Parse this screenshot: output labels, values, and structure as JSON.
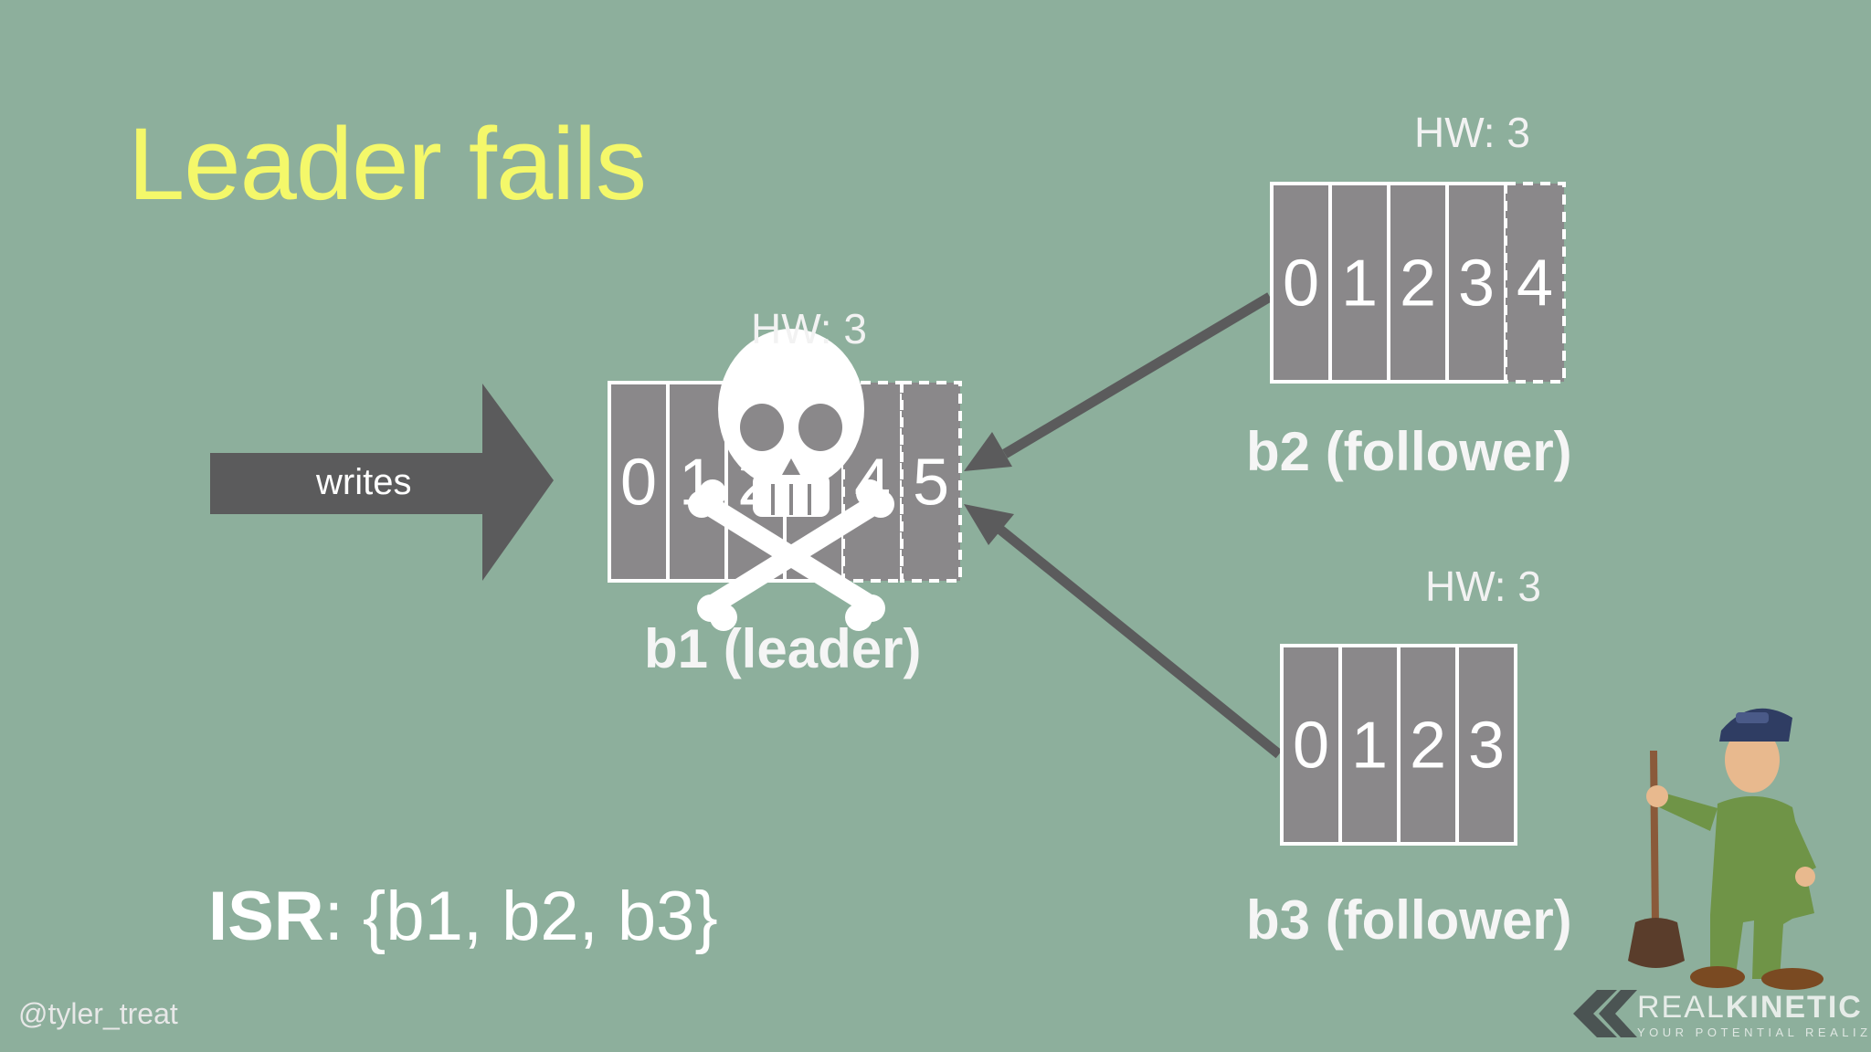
{
  "title": "Leader fails",
  "writes_label": "writes",
  "brokers": [
    {
      "id": "b1",
      "label": "b1 (leader)",
      "hw": "HW: 3",
      "committed": [
        "0",
        "1",
        "2",
        "3"
      ],
      "uncommitted": [
        "4",
        "5"
      ],
      "failed": true
    },
    {
      "id": "b2",
      "label": "b2 (follower)",
      "hw": "HW: 3",
      "committed": [
        "0",
        "1",
        "2",
        "3"
      ],
      "uncommitted": [
        "4"
      ]
    },
    {
      "id": "b3",
      "label": "b3 (follower)",
      "hw": "HW: 3",
      "committed": [
        "0",
        "1",
        "2",
        "3"
      ],
      "uncommitted": []
    }
  ],
  "isr": {
    "prefix": "ISR",
    "members": ": {b1, b2, b3}"
  },
  "footer": {
    "handle": "@tyler_treat",
    "brand_light": "REAL",
    "brand_bold": "KINETIC",
    "brand_tagline": "YOUR POTENTIAL REALIZED"
  },
  "icons": [
    "skull-crossbones-icon",
    "zookeeper-mascot",
    "realkinetic-logo-icon"
  ],
  "colors": {
    "background": "#8daf9c",
    "title": "#f4f86a",
    "log_cell": "#8a888a",
    "arrow": "#5b5b5c"
  }
}
